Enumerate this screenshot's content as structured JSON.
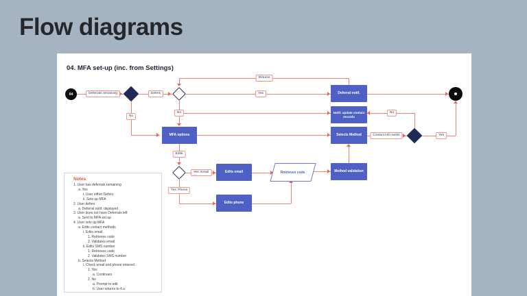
{
  "page_title": "Flow diagrams",
  "canvas": {
    "heading": "04. MFA set-up (inc. from Settings)"
  },
  "flow": {
    "start_label": "04",
    "nodes": {
      "deferral_notif": "Deferral notif.",
      "notif_update": "Notif. update contact records",
      "selects_method": "Selects Method",
      "mfa_options": "MFA options",
      "edits_email": "Edits email",
      "edits_phone": "Edits phone",
      "retrieves_code": "Retrieves code",
      "method_validation": "Method validation"
    },
    "labels": {
      "deferrals_remaining": "Deferrals remaining",
      "defers": "Defers",
      "returns": "Returns",
      "yes_top": "Yes",
      "no_diamond1": "No",
      "no_diamond2": "No",
      "edits": "Edits",
      "yes_email": "Yes: Email",
      "yes_phone": "Yes: Phone",
      "contact_info": "Contact info exists",
      "no_right": "No",
      "yes_right": "Yes"
    }
  },
  "notes": {
    "title": "Notes",
    "items": [
      {
        "indent": 0,
        "text": "1. User has deferrals remaining"
      },
      {
        "indent": 1,
        "text": "a. Yes"
      },
      {
        "indent": 2,
        "text": "i. User either Defers"
      },
      {
        "indent": 2,
        "text": "ii. Sets up MFA"
      },
      {
        "indent": 0,
        "text": "2. User defers"
      },
      {
        "indent": 1,
        "text": "a. Deferral notif. displayed"
      },
      {
        "indent": 0,
        "text": "3. User does not have Deferrals left"
      },
      {
        "indent": 1,
        "text": "a. Sent to MFA set-up"
      },
      {
        "indent": 0,
        "text": "4. User sets up MFA"
      },
      {
        "indent": 1,
        "text": "a. Edits contact methods"
      },
      {
        "indent": 2,
        "text": "i. Edits email"
      },
      {
        "indent": 3,
        "text": "1. Retrieves code"
      },
      {
        "indent": 3,
        "text": "2. Validates email"
      },
      {
        "indent": 2,
        "text": "ii. Edits SMS number"
      },
      {
        "indent": 3,
        "text": "1. Retrieves code"
      },
      {
        "indent": 3,
        "text": "2. Validates SMS number"
      },
      {
        "indent": 1,
        "text": "b. Selects Method"
      },
      {
        "indent": 2,
        "text": "i. Check email and phone entered"
      },
      {
        "indent": 3,
        "text": "1. Yes"
      },
      {
        "indent": 4,
        "text": "a. Continues"
      },
      {
        "indent": 3,
        "text": "2. No"
      },
      {
        "indent": 4,
        "text": "a. Prompt to edit"
      },
      {
        "indent": 4,
        "text": "b. User returns to 4.a"
      }
    ]
  },
  "colors": {
    "background": "#a6b3c1",
    "canvas": "#ffffff",
    "node_fill": "#4e60c4",
    "diamond_fill": "#1f2a55",
    "connector": "#f08175",
    "label_border": "#f0948a",
    "label_text": "#2b3866",
    "notes_title": "#e2513b",
    "notes_text": "#3d4248"
  }
}
